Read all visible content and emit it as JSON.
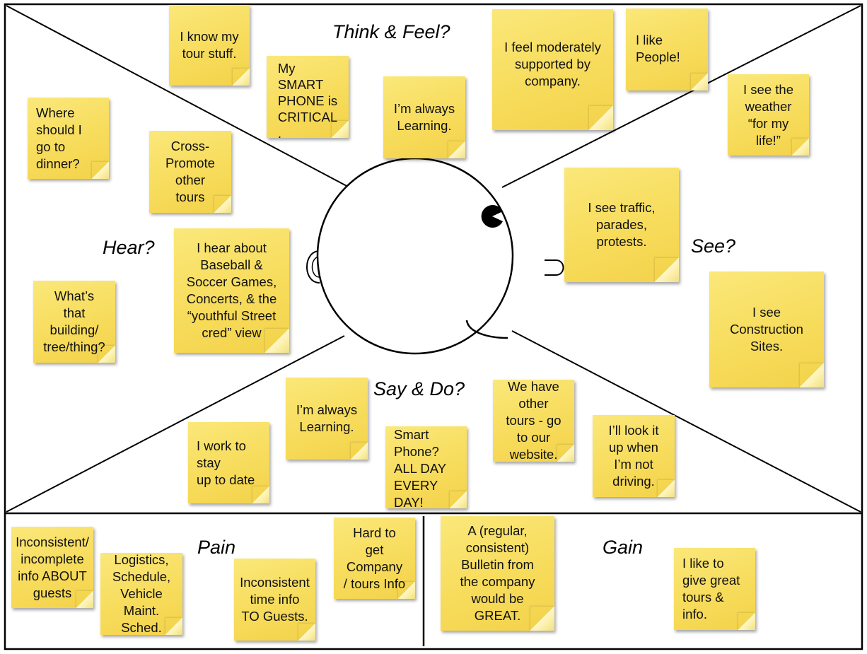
{
  "sections": {
    "think_feel": "Think & Feel?",
    "hear": "Hear?",
    "see": "See?",
    "say_do": "Say & Do?",
    "pain": "Pain",
    "gain": "Gain"
  },
  "notes": {
    "know_tour": "I know my\ntour stuff.",
    "smart_phone_critical": "My\nSMART\nPHONE is\nCRITICAL\n.",
    "always_learning_top": "I’m always\nLearning.",
    "moderately_supported": "I feel moderately\nsupported by\ncompany.",
    "like_people": "I like\nPeople!",
    "see_weather": "I see the\nweather\n“for my\nlife!”",
    "where_dinner": "Where\nshould I\ngo to\ndinner?",
    "cross_promote": "Cross-\nPromote\nother\ntours",
    "hear_about": "I hear about\nBaseball &\nSoccer Games,\nConcerts, & the\n“youthful Street\ncred” view",
    "whats_that": "What’s\nthat\nbuilding/\ntree/thing?",
    "see_traffic": "I see traffic,\nparades,\nprotests.",
    "see_construction": "I see\nConstruction\nSites.",
    "always_learning_bottom": "I’m always\nLearning.",
    "work_up_to_date": "I work to\nstay\nup to date",
    "smart_phone_all_day": "Smart\nPhone?\nALL DAY\nEVERY\nDAY!",
    "other_tours": "We have\nother\ntours - go\nto our\nwebsite.",
    "look_it_up": "I’ll look it\nup when\nI’m not\ndriving.",
    "inconsistent_about_guests": "Inconsistent/\nincomplete\ninfo ABOUT\nguests",
    "logistics": "Logistics,\nSchedule,\nVehicle\nMaint.\nSched.",
    "inconsistent_time": "Inconsistent\ntime info\nTO Guests.",
    "hard_to_get": "Hard to\nget\nCompany\n/ tours Info",
    "bulletin": "A (regular,\nconsistent)\nBulletin from\nthe company\nwould be\nGREAT.",
    "give_great_tours": "I like to\ngive great\ntours &\ninfo."
  },
  "colors": {
    "note_fill": "#f7dc5c",
    "line": "#000000",
    "eye": "#000000"
  }
}
